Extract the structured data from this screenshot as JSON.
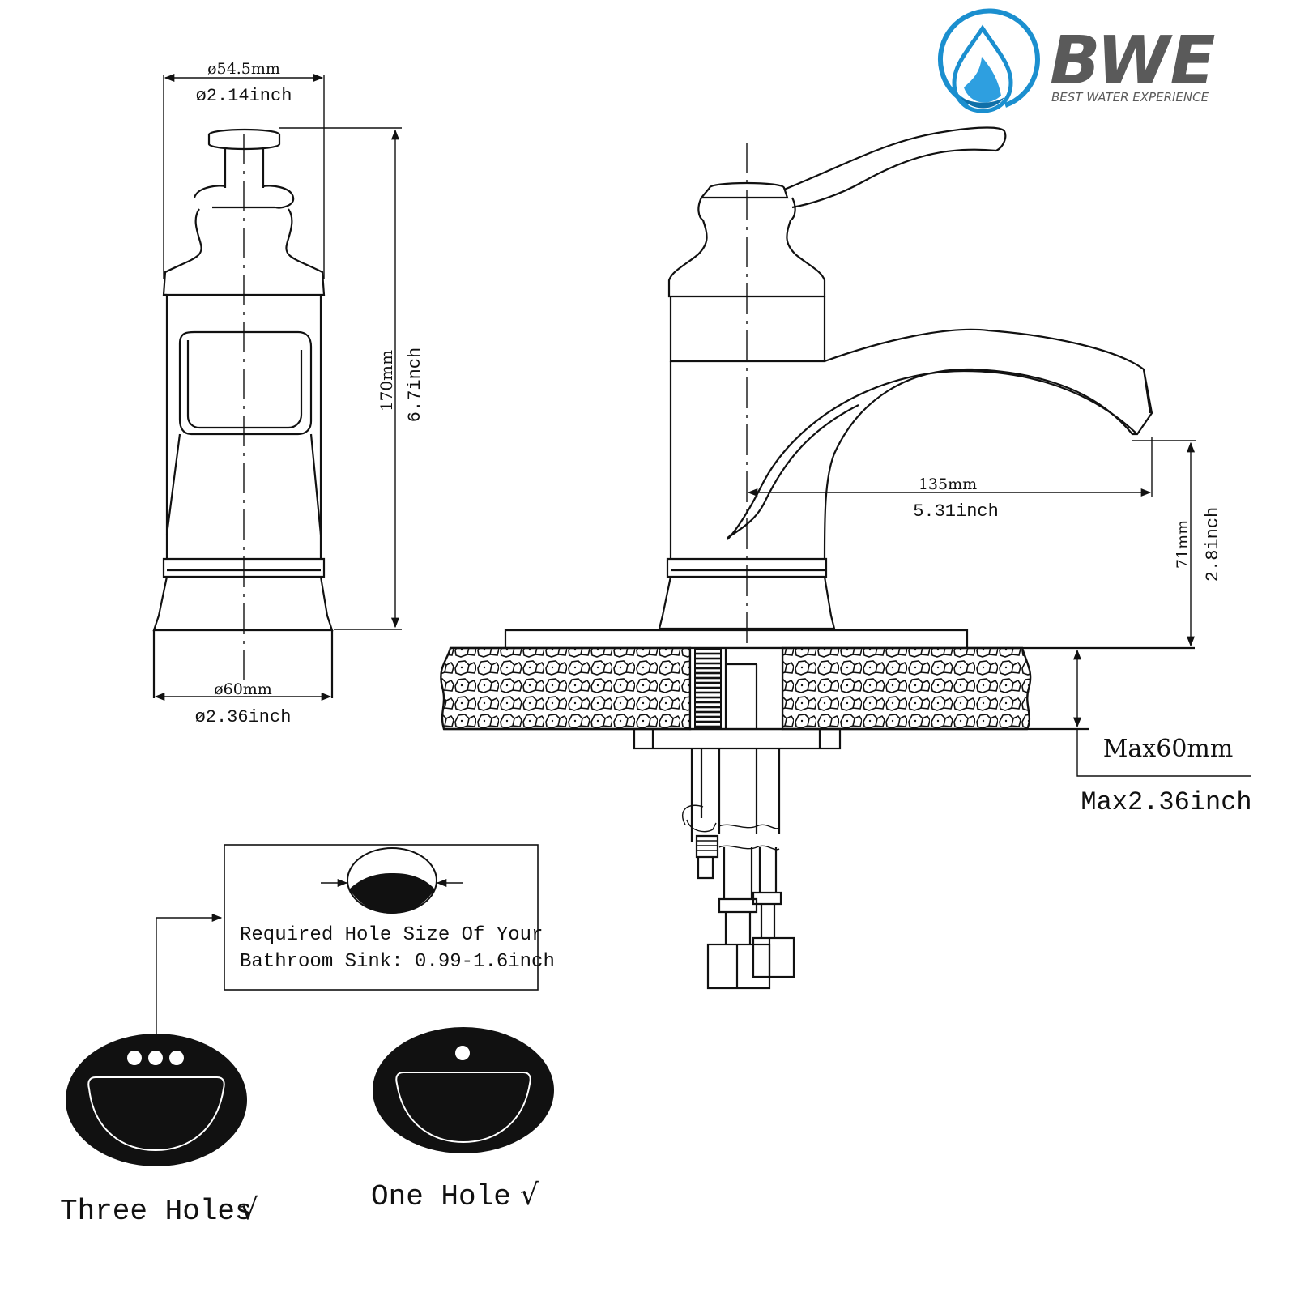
{
  "logo": {
    "brand": "BWE",
    "tagline": "BEST WATER EXPERIENCE",
    "colors": {
      "ring": "#1B8FCF",
      "drop": "#2E9FE0",
      "text": "#5A5A5A"
    }
  },
  "front_view": {
    "top_diameter_mm": "ø54.5mm",
    "top_diameter_in": "ø2.14inch",
    "height_mm": "170mm",
    "height_in": "6.7inch",
    "base_diameter_mm": "ø60mm",
    "base_diameter_in": "ø2.36inch"
  },
  "side_view": {
    "reach_mm": "135mm",
    "reach_in": "5.31inch",
    "spout_height_mm": "71mm",
    "spout_height_in": "2.8inch",
    "deck_thickness_mm": "Max60mm",
    "deck_thickness_in": "Max2.36inch"
  },
  "hole_note": {
    "line1": "Required Hole Size Of Your",
    "line2": "Bathroom Sink: 0.99-1.6inch"
  },
  "sink_options": {
    "three_holes": "Three Holes",
    "one_hole": "One Hole",
    "check": "√"
  },
  "icons": {
    "logo": "water-drop-logo-icon",
    "check": "check-mark-icon"
  }
}
